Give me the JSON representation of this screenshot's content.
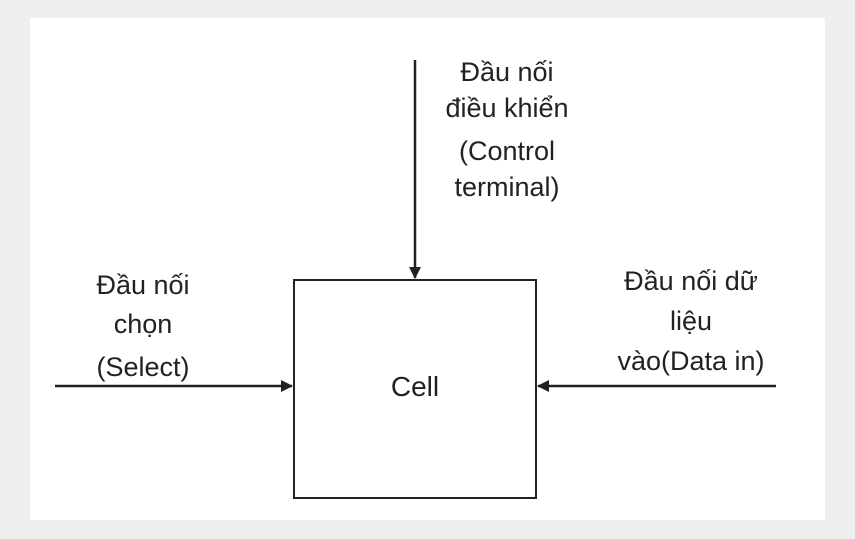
{
  "diagram": {
    "cell": {
      "label": "Cell"
    },
    "control": {
      "lines": [
        "Đầu nối",
        "điều khiển",
        "(Control",
        "terminal)"
      ]
    },
    "select": {
      "lines": [
        "Đầu nối",
        "chọn",
        "(Select)"
      ]
    },
    "data_in": {
      "lines": [
        "Đầu nối dữ",
        "liệu",
        "vào(Data in)"
      ]
    },
    "colors": {
      "stroke": "#222222",
      "background": "#ffffff",
      "frame": "#efefef"
    }
  }
}
